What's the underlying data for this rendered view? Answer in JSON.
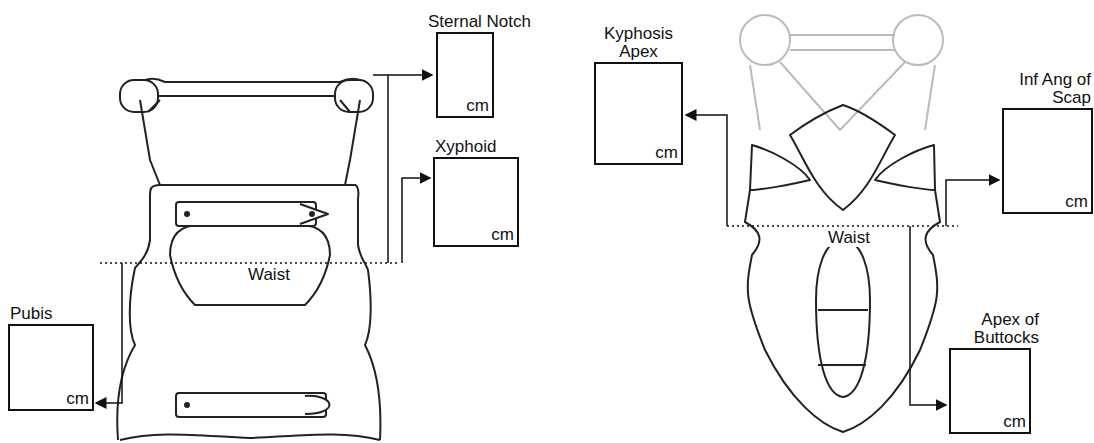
{
  "diagram": {
    "nodes": [
      {
        "text": [
          "Sternal Notch",
          "cm"
        ]
      },
      {
        "text": [
          "Xyphoid",
          "cm"
        ]
      },
      {
        "text": [
          "Pubis",
          "cm"
        ]
      },
      {
        "text": [
          "Kyphosis Apex",
          "cm"
        ]
      },
      {
        "text": [
          "Inf Ang of Scap",
          "cm"
        ]
      },
      {
        "text": [
          "Apex of Buttocks",
          "cm"
        ]
      }
    ],
    "labels": [
      "Waist",
      "Waist"
    ]
  }
}
